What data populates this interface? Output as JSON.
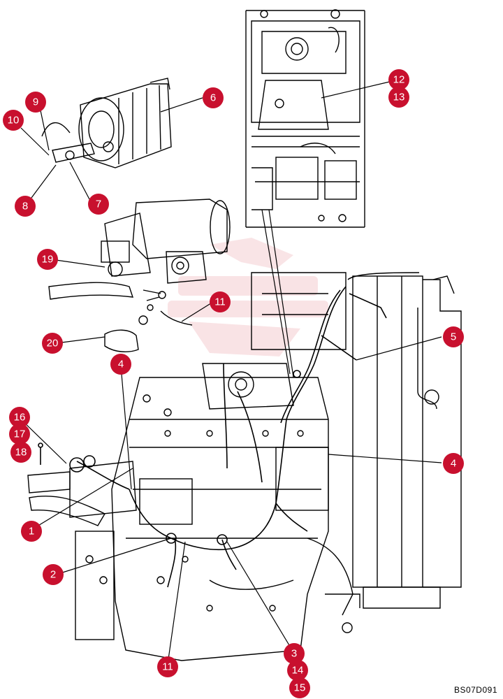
{
  "diagram": {
    "reference_code": "BS07D091",
    "accent_color": "#c8102e",
    "line_color": "#000000",
    "callouts": [
      "1",
      "2",
      "3",
      "4",
      "4",
      "5",
      "6",
      "7",
      "8",
      "9",
      "10",
      "11",
      "11",
      "12",
      "13",
      "14",
      "15",
      "16",
      "17",
      "18",
      "19",
      "20"
    ]
  }
}
